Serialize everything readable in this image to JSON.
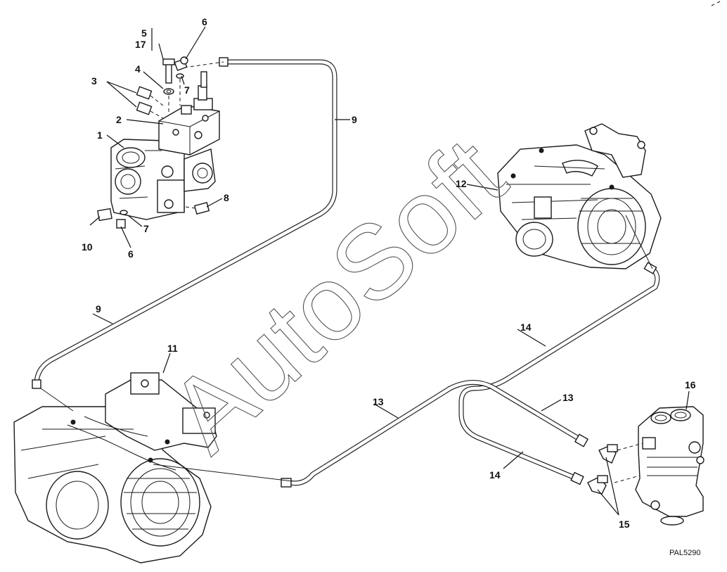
{
  "figure_code": "PAL5290",
  "watermark": "AutoSoft",
  "callouts": {
    "c1": "1",
    "c2": "2",
    "c3": "3",
    "c4": "4",
    "c5": "5",
    "c6a": "6",
    "c6b": "6",
    "c7a": "7",
    "c7b": "7",
    "c8": "8",
    "c9a": "9",
    "c9b": "9",
    "c10": "10",
    "c11": "11",
    "c12": "12",
    "c13a": "13",
    "c13b": "13",
    "c14a": "14",
    "c14b": "14",
    "c15": "15",
    "c16": "16",
    "c17": "17"
  }
}
